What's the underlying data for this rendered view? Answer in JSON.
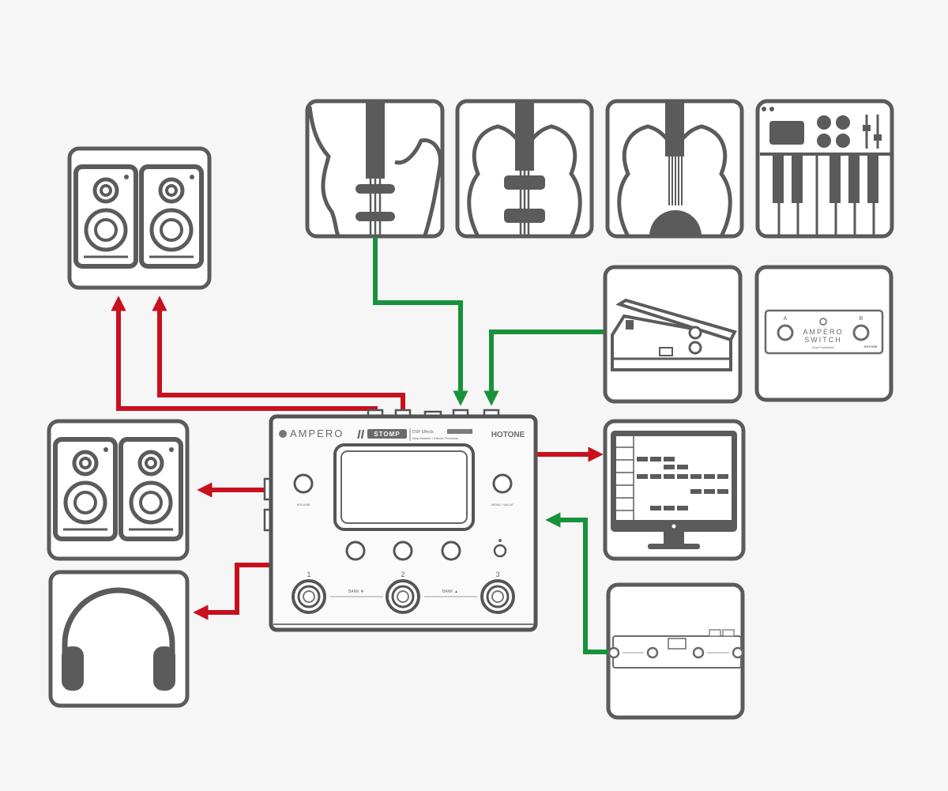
{
  "device": {
    "brand_left": "AMPERO",
    "model_mark": "II",
    "model_badge": "STOMP",
    "descriptor_line1": "DSP Effects",
    "descriptor_line2": "Amp Modeler / Effects Processor",
    "brand_right": "HOTONE",
    "knob_left_label": "VOLUME",
    "knob_right_label": "MENU / VALUE",
    "footswitch_numbers": [
      "1",
      "2",
      "3"
    ],
    "bank_down_label": "BANK ▼",
    "bank_up_label": "BANK ▲"
  },
  "ampero_switch": {
    "name_line1": "AMPERO",
    "name_line2": "SWITCH",
    "caption": "Dual Footswitch",
    "brand": "HOTONE",
    "switch_a": "A",
    "switch_b": "B"
  },
  "colors": {
    "output_arrow": "#c8101e",
    "input_arrow": "#17923b",
    "outline": "#5b5b5b"
  }
}
